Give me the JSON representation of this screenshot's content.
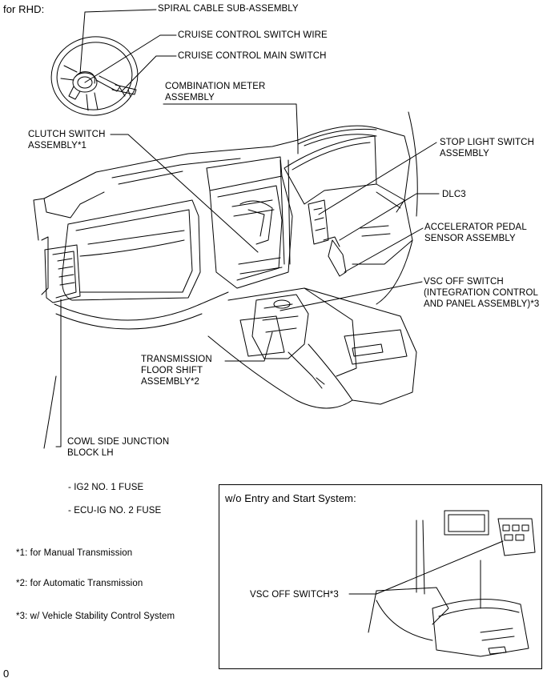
{
  "header": {
    "title": "for RHD:"
  },
  "callouts": {
    "spiral_cable": "SPIRAL CABLE SUB-ASSEMBLY",
    "cruise_wire": "CRUISE CONTROL SWITCH WIRE",
    "cruise_main": "CRUISE CONTROL MAIN SWITCH",
    "combination_meter": "COMBINATION METER\nASSEMBLY",
    "clutch_switch": "CLUTCH SWITCH\nASSEMBLY*1",
    "stop_light": "STOP LIGHT SWITCH\nASSEMBLY",
    "dlc3": "DLC3",
    "accel_pedal": "ACCELERATOR PEDAL\nSENSOR ASSEMBLY",
    "vsc_off": "VSC OFF SWITCH\n(INTEGRATION CONTROL\nAND PANEL ASSEMBLY)*3",
    "transmission": "TRANSMISSION\nFLOOR SHIFT\nASSEMBLY*2",
    "cowl_side": "COWL SIDE JUNCTION\nBLOCK LH"
  },
  "fuses": [
    "- IG2 NO. 1 FUSE",
    "- ECU-IG NO. 2 FUSE"
  ],
  "footnotes": [
    "*1: for Manual Transmission",
    "*2: for Automatic Transmission",
    "*3: w/ Vehicle Stability Control System"
  ],
  "inset": {
    "title": "w/o Entry and Start System:",
    "vsc_label": "VSC OFF SWITCH*3"
  },
  "corner_mark": "0"
}
